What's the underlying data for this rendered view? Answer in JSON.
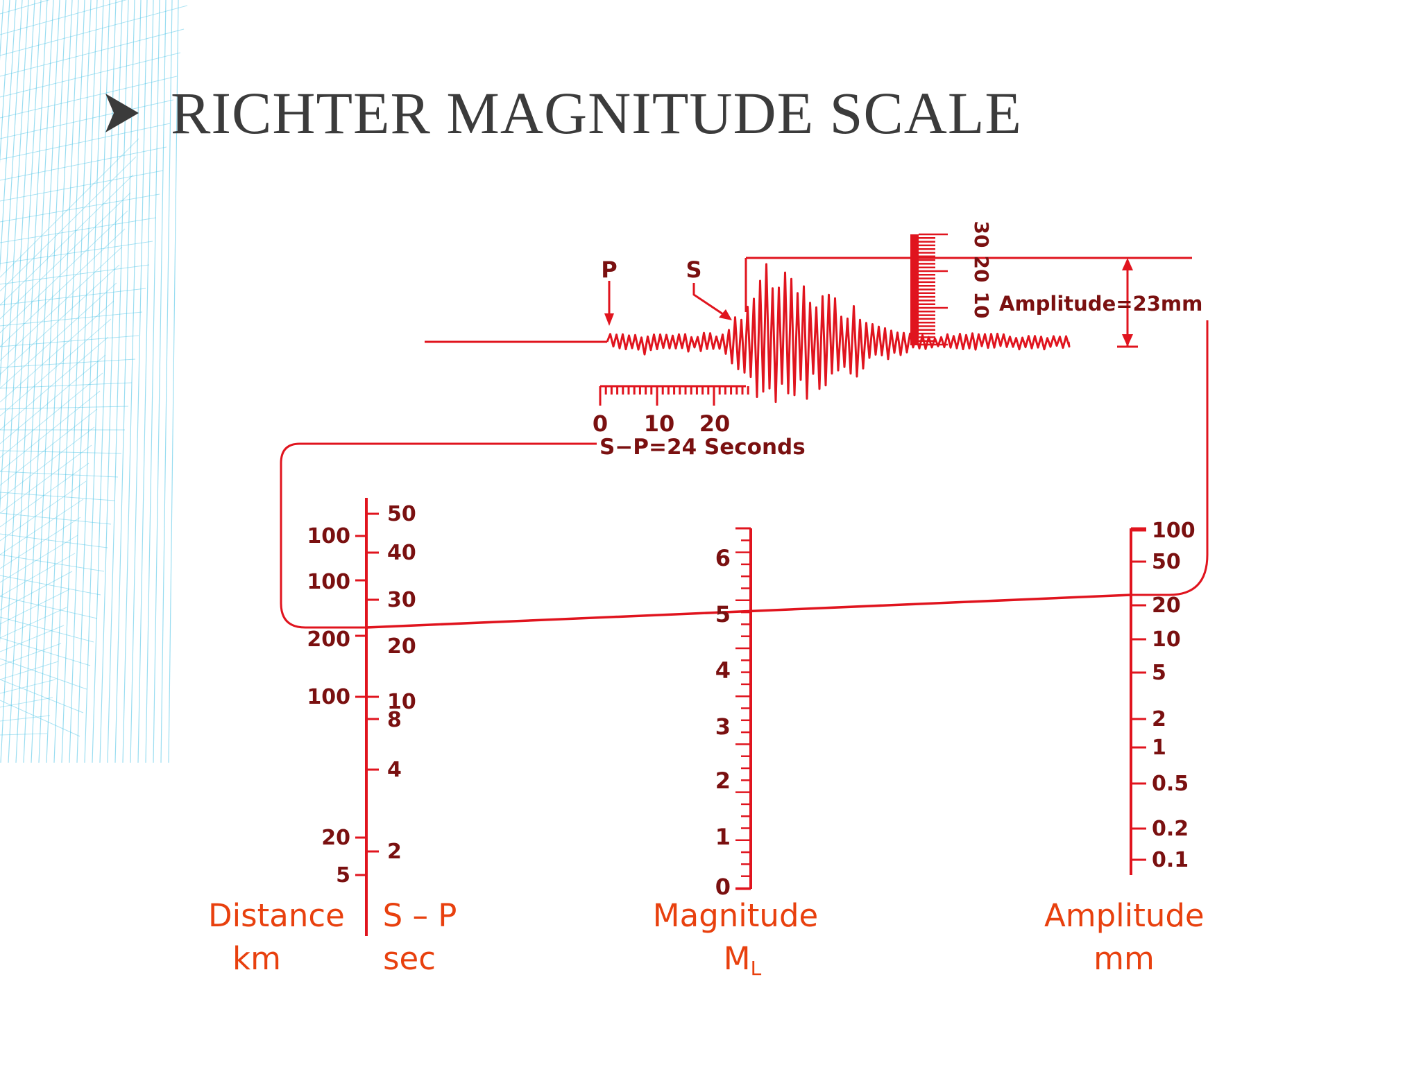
{
  "slide": {
    "title": "RICHTER MAGNITUDE SCALE",
    "bullet_icon": "arrowhead-bullet-icon",
    "background": "blue-wireframe-pattern"
  },
  "colors": {
    "red": "#e0141e",
    "label_orange": "#e8400e",
    "number_dark": "#7a1010",
    "title_gray": "#3b3b3b",
    "pattern_blue": "#49c3e6"
  },
  "seismogram": {
    "p_label": "P",
    "s_label": "S",
    "time_ticks": [
      "0",
      "10",
      "20"
    ],
    "sp_caption": "S−P=24  Seconds",
    "amp_ticks": [
      "10",
      "20",
      "30"
    ],
    "amplitude_caption": "Amplitude=23mm"
  },
  "distance_scale": {
    "tick_labels": [
      "100",
      "100",
      "200",
      "100",
      "20",
      "5"
    ],
    "caption_line1": "Distance",
    "caption_line2": "km"
  },
  "sp_scale": {
    "tick_labels": [
      "50",
      "40",
      "30",
      "20",
      "10",
      "8",
      "4",
      "2"
    ],
    "caption_line1": "S – P",
    "caption_line2": "sec"
  },
  "magnitude_scale": {
    "tick_labels": [
      "6",
      "5",
      "4",
      "3",
      "2",
      "1",
      "0"
    ],
    "caption_line1": "Magnitude",
    "caption_symbol": "M",
    "caption_subscript": "L"
  },
  "amplitude_scale": {
    "tick_labels": [
      "100",
      "50",
      "20",
      "10",
      "5",
      "2",
      "1",
      "0.5",
      "0.2",
      "0.1"
    ],
    "caption_line1": "Amplitude",
    "caption_line2": "mm"
  },
  "reading": {
    "sp_seconds": 24,
    "amplitude_mm": 23,
    "magnitude": 5
  }
}
